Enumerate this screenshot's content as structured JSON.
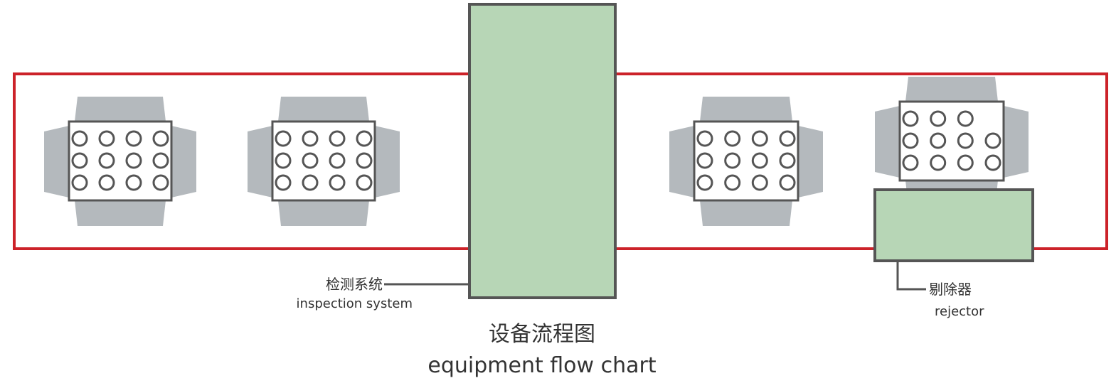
{
  "diagram": {
    "title_cn": "设备流程图",
    "title_en": "equipment flow chart",
    "inspection": {
      "label_cn": "检测系统",
      "label_en": "inspection system"
    },
    "rejector": {
      "label_cn": "剔除器",
      "label_en": "rejector"
    },
    "colors": {
      "conveyor": "#cc2229",
      "machine_fill": "#b7d6b6",
      "outline": "#555555",
      "flap": "#b4b9bd"
    },
    "packs": [
      {
        "name": "blister-pack-1",
        "rows": [
          4,
          4,
          4
        ]
      },
      {
        "name": "blister-pack-2",
        "rows": [
          4,
          4,
          4
        ]
      },
      {
        "name": "blister-pack-3",
        "rows": [
          4,
          4,
          4
        ]
      },
      {
        "name": "blister-pack-rejected",
        "rows": [
          3,
          4,
          4
        ]
      }
    ]
  }
}
